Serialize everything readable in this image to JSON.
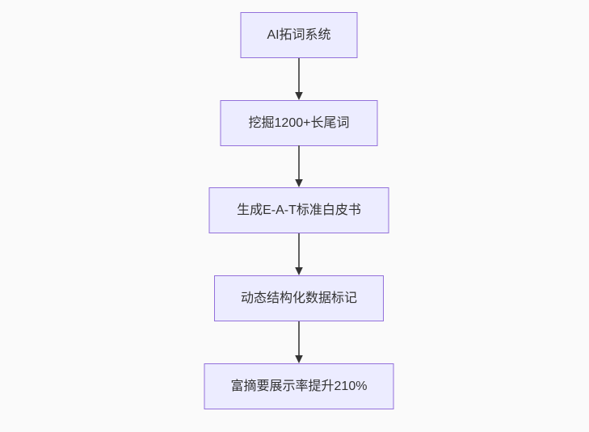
{
  "page": {
    "background_color": "#fafafa"
  },
  "flowchart": {
    "type": "flowchart",
    "direction": "top-down",
    "node_style": {
      "fill": "#ECECFF",
      "border": "#9370DB",
      "text_color": "#333333"
    },
    "arrow_style": {
      "line_color": "#616161",
      "head_color": "#333333"
    },
    "nodes": [
      {
        "label": "AI拓词系统"
      },
      {
        "label": "挖掘1200+长尾词"
      },
      {
        "label": "生成E-A-T标准白皮书"
      },
      {
        "label": "动态结构化数据标记"
      },
      {
        "label": "富摘要展示率提升210%"
      }
    ],
    "edges": [
      {
        "from": 0,
        "to": 1
      },
      {
        "from": 1,
        "to": 2
      },
      {
        "from": 2,
        "to": 3
      },
      {
        "from": 3,
        "to": 4
      }
    ]
  }
}
